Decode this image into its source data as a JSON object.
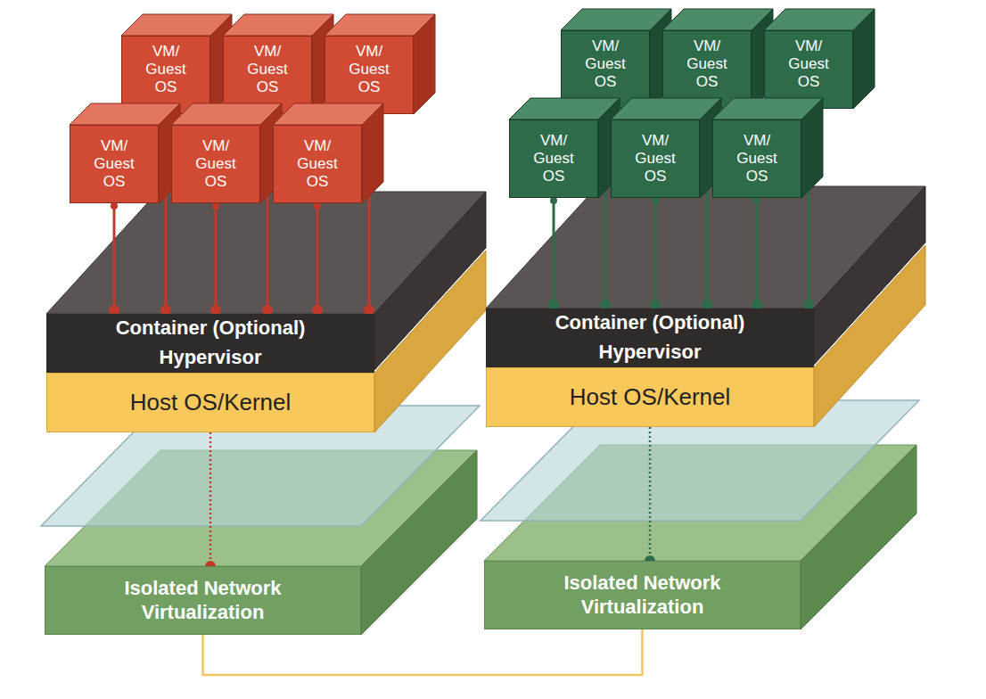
{
  "diagram": {
    "nodes": [
      {
        "text": [
          "VM/ Guest OS"
        ]
      },
      {
        "text": [
          "VM/ Guest OS"
        ]
      },
      {
        "text": [
          "VM/ Guest OS"
        ]
      },
      {
        "text": [
          "VM/ Guest OS"
        ]
      },
      {
        "text": [
          "VM/ Guest OS"
        ]
      },
      {
        "text": [
          "VM/ Guest OS"
        ]
      },
      {
        "text": [
          "Container (Optional)"
        ]
      },
      {
        "text": [
          "Hypervisor"
        ]
      },
      {
        "text": [
          "Host OS/Kernel"
        ]
      },
      {
        "text": [
          "Isolated Network Virtualization"
        ]
      },
      {
        "text": [
          "VM/ Guest OS"
        ]
      },
      {
        "text": [
          "VM/ Guest OS"
        ]
      },
      {
        "text": [
          "VM/ Guest OS"
        ]
      },
      {
        "text": [
          "VM/ Guest OS"
        ]
      },
      {
        "text": [
          "VM/ Guest OS"
        ]
      },
      {
        "text": [
          "VM/ Guest OS"
        ]
      },
      {
        "text": [
          "Container (Optional)"
        ]
      },
      {
        "text": [
          "Hypervisor"
        ]
      },
      {
        "text": [
          "Host OS/Kernel"
        ]
      },
      {
        "text": [
          "Isolated Network Virtualization"
        ]
      }
    ],
    "edges": [
      {
        "from": 0,
        "to": 6,
        "arrow": "none"
      },
      {
        "from": 1,
        "to": 6,
        "arrow": "none"
      },
      {
        "from": 2,
        "to": 6,
        "arrow": "none"
      },
      {
        "from": 3,
        "to": 6,
        "arrow": "none"
      },
      {
        "from": 4,
        "to": 6,
        "arrow": "none"
      },
      {
        "from": 5,
        "to": 6,
        "arrow": "none"
      },
      {
        "from": 8,
        "to": 9,
        "arrow": "none"
      },
      {
        "from": 10,
        "to": 16,
        "arrow": "none"
      },
      {
        "from": 11,
        "to": 16,
        "arrow": "none"
      },
      {
        "from": 12,
        "to": 16,
        "arrow": "none"
      },
      {
        "from": 13,
        "to": 16,
        "arrow": "none"
      },
      {
        "from": 14,
        "to": 16,
        "arrow": "none"
      },
      {
        "from": 15,
        "to": 16,
        "arrow": "none"
      },
      {
        "from": 18,
        "to": 19,
        "arrow": "none"
      },
      {
        "from": 9,
        "to": 19,
        "arrow": "none"
      }
    ]
  }
}
